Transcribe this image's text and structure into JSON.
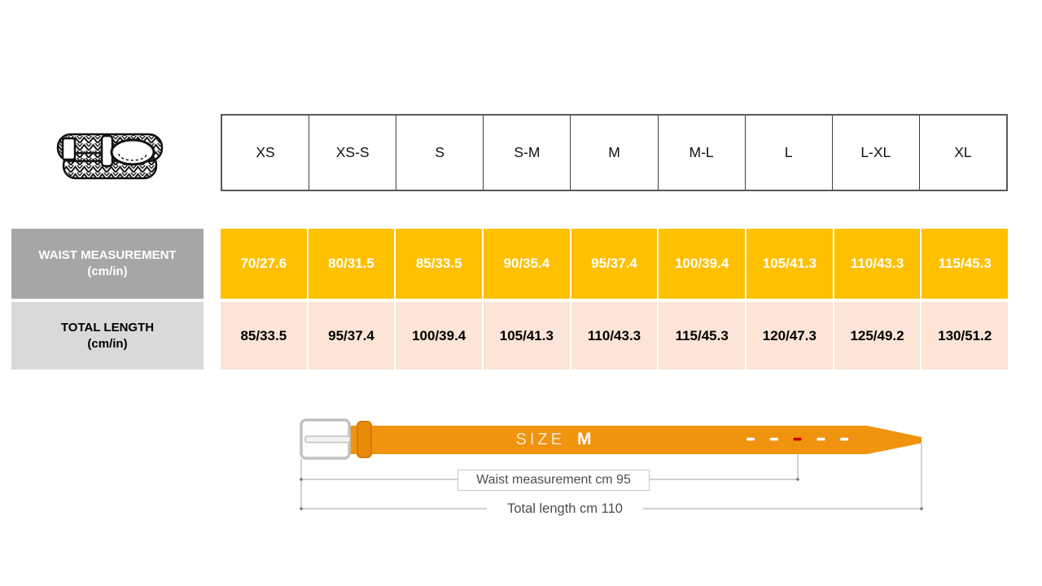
{
  "size_table": {
    "sizes": [
      "XS",
      "XS-S",
      "S",
      "S-M",
      "M",
      "M-L",
      "L",
      "L-XL",
      "XL"
    ],
    "rows": [
      {
        "label_line1": "WAIST MEASUREMENT",
        "label_line2": "(cm/in)",
        "values": [
          "70/27.6",
          "80/31.5",
          "85/33.5",
          "90/35.4",
          "95/37.4",
          "100/39.4",
          "105/41.3",
          "110/43.3",
          "115/45.3"
        ],
        "label_bg": "#A6A6A6",
        "label_color": "#FFFFFF",
        "cell_bg": "#FFC000",
        "cell_color": "#FFFFFF"
      },
      {
        "label_line1": "TOTAL LENGTH",
        "label_line2": "(cm/in)",
        "values": [
          "85/33.5",
          "95/37.4",
          "100/39.4",
          "105/41.3",
          "110/43.3",
          "115/45.3",
          "120/47.3",
          "125/49.2",
          "130/51.2"
        ],
        "label_bg": "#D9D9D9",
        "label_color": "#000000",
        "cell_bg": "#FCE4D6",
        "cell_color": "#000000"
      }
    ]
  },
  "diagram": {
    "size_prefix": "SIZE",
    "size_value": "M",
    "waist_label": "Waist measurement cm 95",
    "total_label": "Total length cm 110",
    "hole_count": 5,
    "highlight_hole_index": 2
  },
  "colors": {
    "belt": "#F0930F",
    "belt_keeper": "#EA8A0B",
    "belt_keeper_edge": "#D47D05",
    "hole": "#FFFFFF",
    "hole_highlight": "#CC0000",
    "buckle_edge": "#C2C2C2",
    "measure_line": "#A3A3A3"
  }
}
